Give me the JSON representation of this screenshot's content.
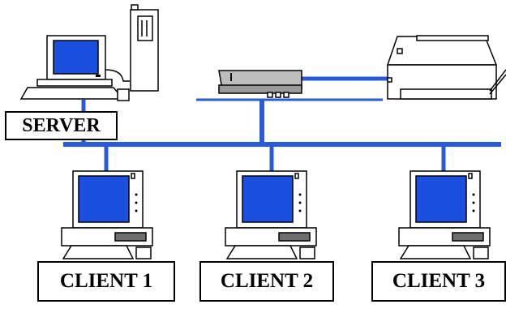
{
  "diagram": {
    "labels": {
      "server": "SERVER",
      "client1": "CLIENT 1",
      "client2": "CLIENT 2",
      "client3": "CLIENT 3"
    },
    "colors": {
      "network_line": "#2a5bd7",
      "screen": "#1a4fe0",
      "device_body": "#ffffff",
      "outline": "#000000",
      "hub_body": "#bdbdbd"
    },
    "icons": [
      "server-computer-icon",
      "tower-case-icon",
      "hub-icon",
      "printer-icon",
      "client-computer-icon"
    ]
  }
}
